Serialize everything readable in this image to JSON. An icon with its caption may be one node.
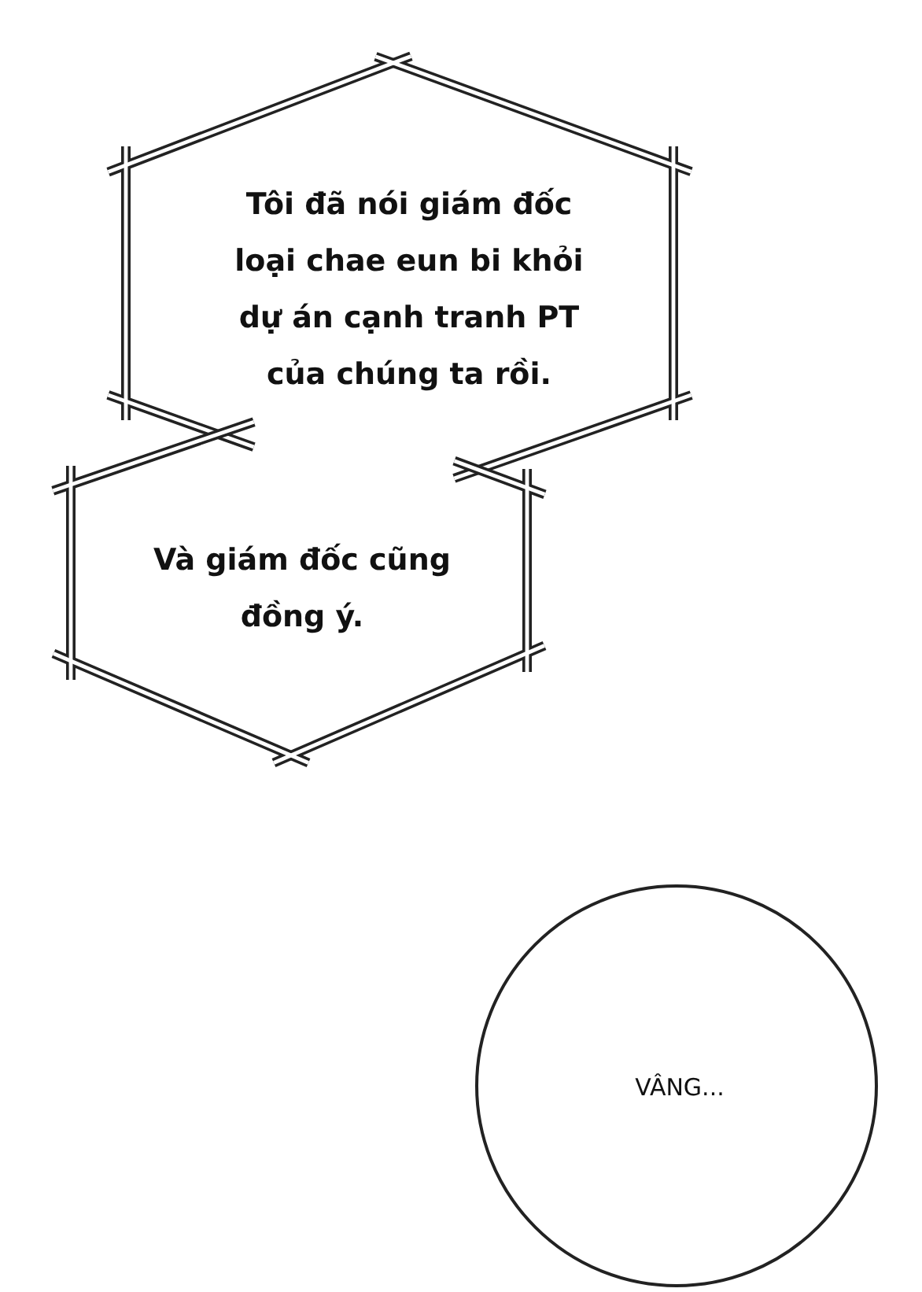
{
  "diagram": {
    "nodes": [
      {
        "text": [
          "Tôi đã nói giám đốc loại chae eun bi khỏi dự án cạnh tranh PT của chúng ta rồi."
        ]
      },
      {
        "text": [
          "Và giám đốc cũng đồng ý."
        ]
      },
      {
        "text": [
          "VÂNG..."
        ]
      }
    ]
  }
}
